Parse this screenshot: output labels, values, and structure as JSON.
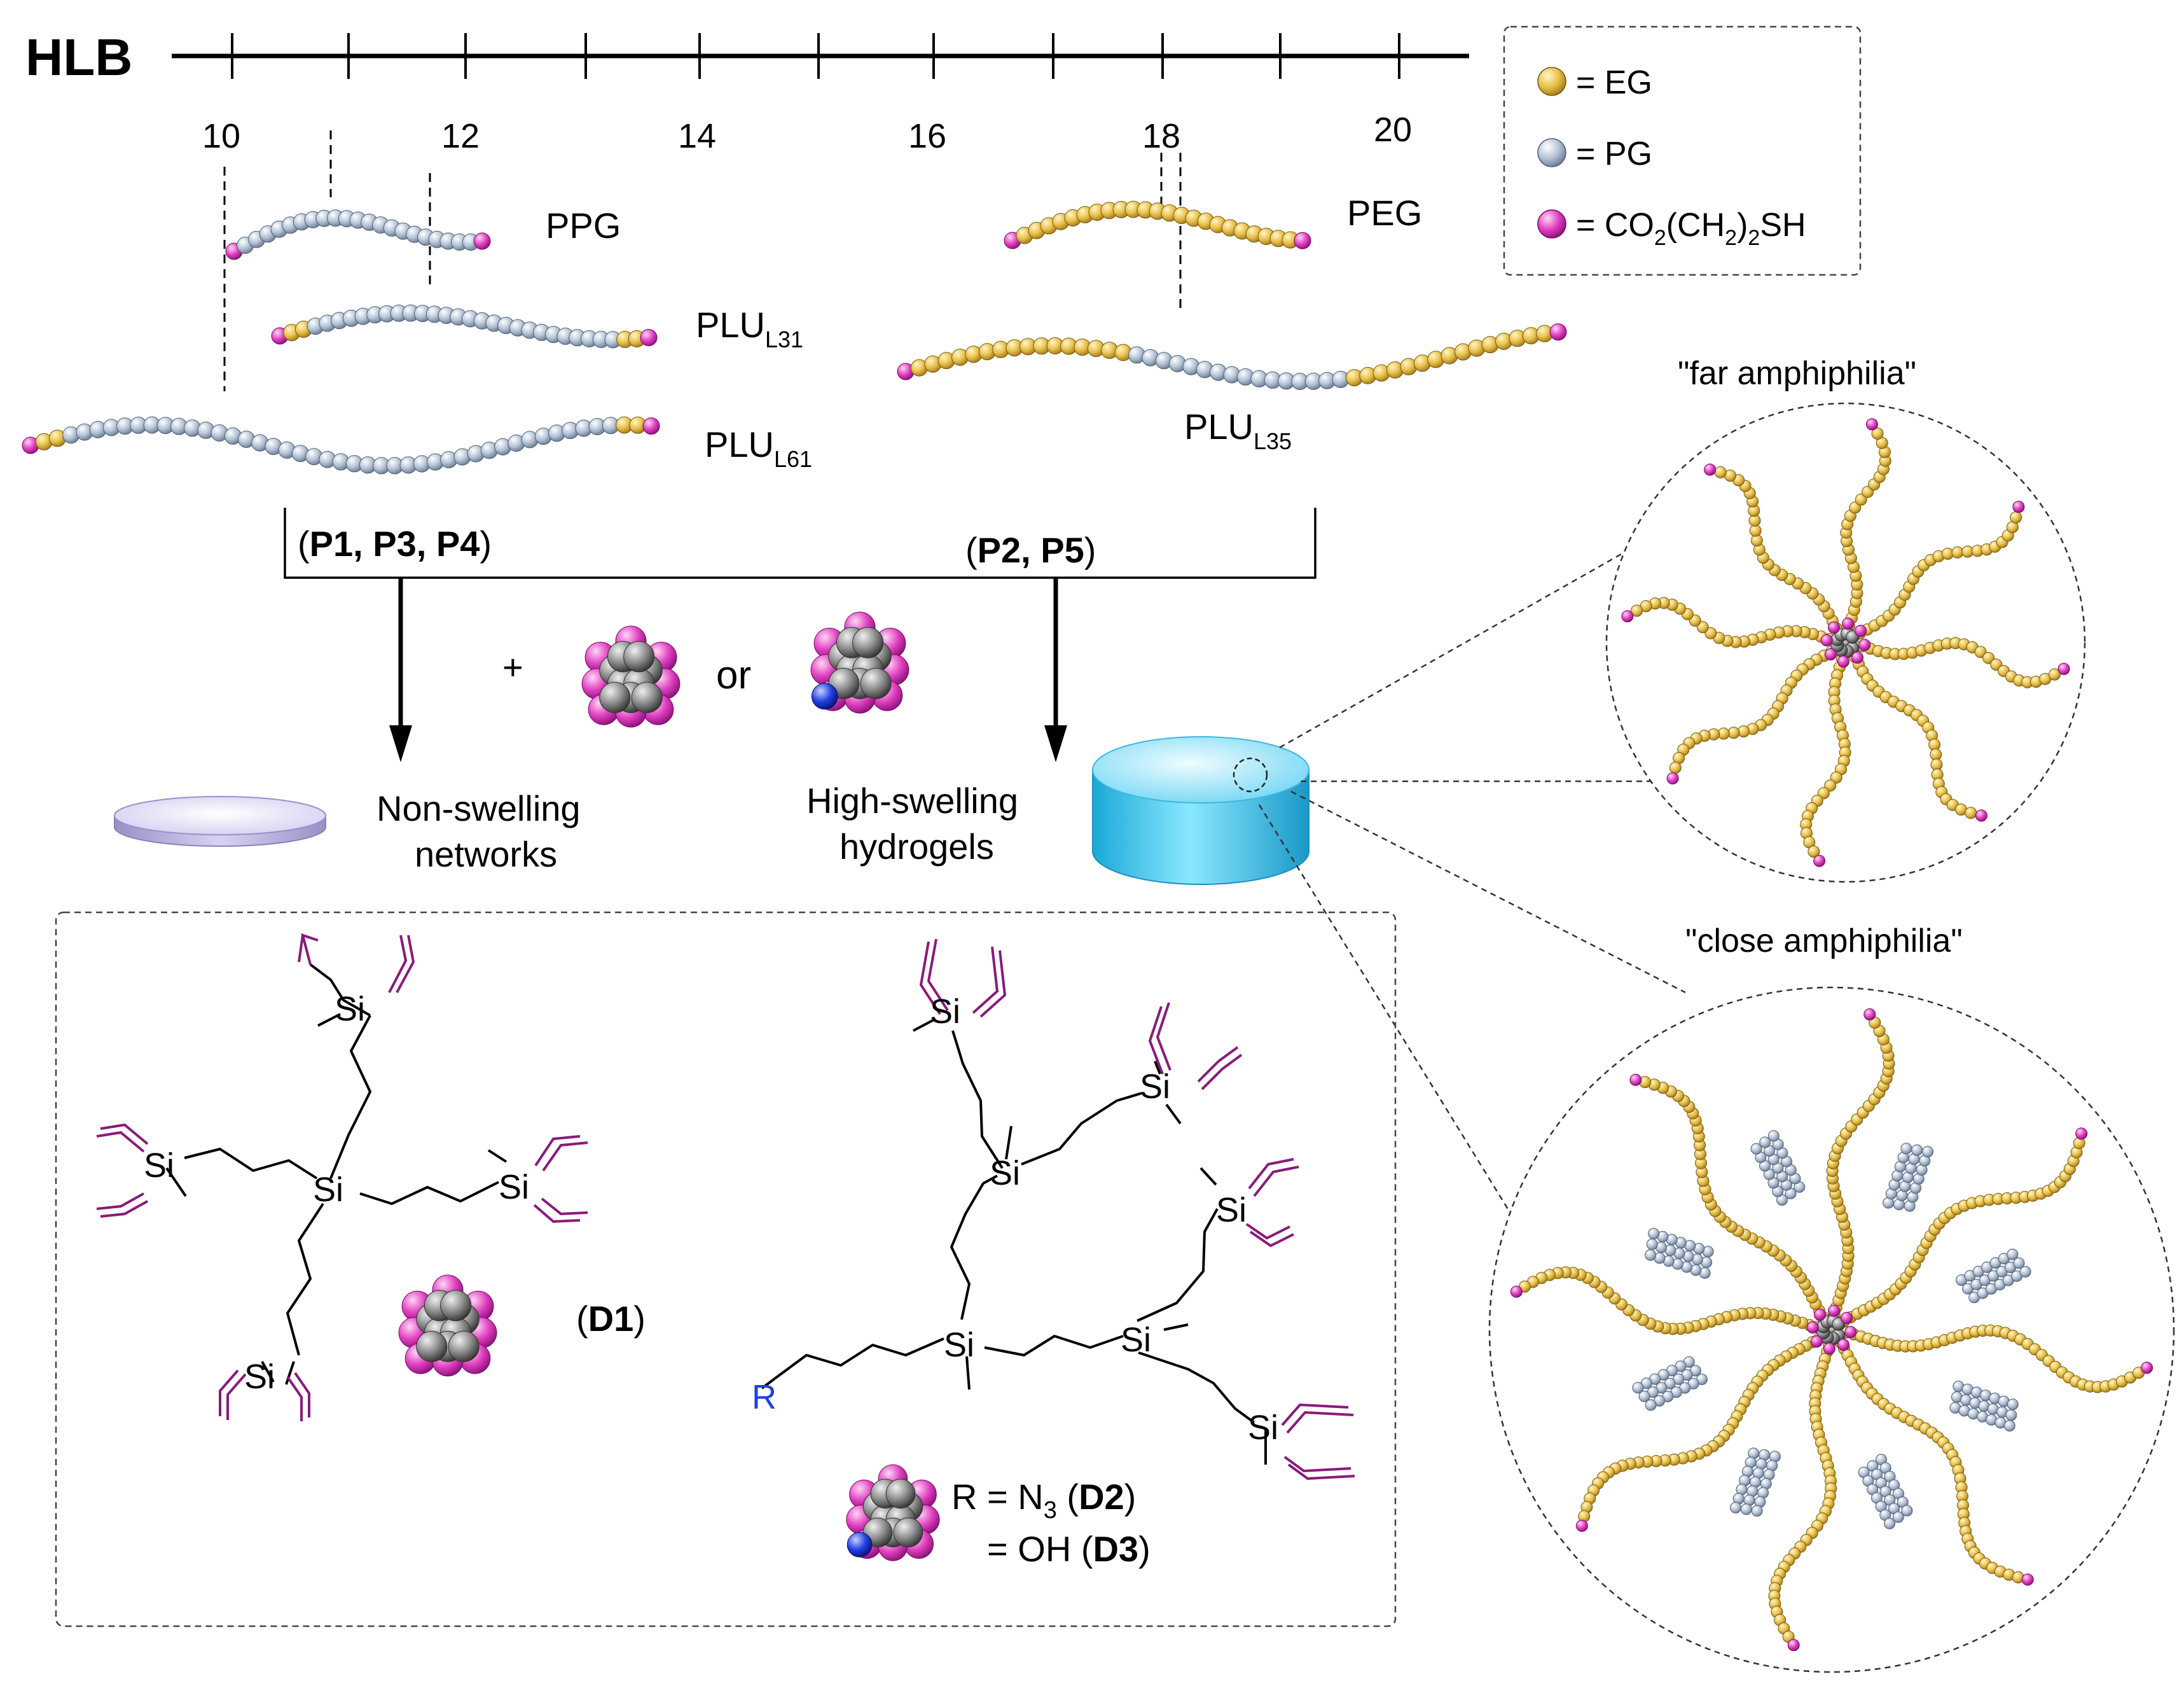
{
  "hlb": {
    "label": "HLB",
    "ticks": [
      "10",
      "12",
      "14",
      "16",
      "18",
      "20"
    ]
  },
  "legend": {
    "eg": "= EG",
    "pg": "= PG",
    "thiol_prefix": "= CO",
    "thiol_sub1": "2",
    "thiol_mid": "(CH",
    "thiol_sub2": "2",
    "thiol_suffix": ")",
    "thiol_sub3": "2",
    "thiol_end": "SH"
  },
  "polymers": {
    "ppg": "PPG",
    "peg": "PEG",
    "plu_base": "PLU",
    "plu_l31_sub": "L31",
    "plu_l61_sub": "L61",
    "plu_l35_sub": "L35"
  },
  "branches": {
    "left_open": "(",
    "left_bold": "P1, P3, P4",
    "left_close": ")",
    "right_open": "(",
    "right_bold": "P2, P5",
    "right_close": ")"
  },
  "reagents": {
    "plus": "+",
    "or": "or"
  },
  "outcomes": {
    "non_swelling_1": "Non-swelling",
    "non_swelling_2": "networks",
    "high_swelling_1": "High-swelling",
    "high_swelling_2": "hydrogels"
  },
  "insets": {
    "far": "\"far amphiphilia\"",
    "close": "\"close amphiphilia\""
  },
  "structures": {
    "si": "Si",
    "r": "R",
    "d1_open": "(",
    "d1_bold": "D1",
    "d1_close": ")",
    "d2_prefix": "R = N",
    "d2_sub": "3",
    "d2_open": " (",
    "d2_bold": "D2",
    "d2_close": ")",
    "d3_prefix": "= OH (",
    "d3_bold": "D3",
    "d3_close": ")"
  },
  "colors": {
    "eg": "#e8c04a",
    "pg": "#b4c3d6",
    "thiol": "#e040c0",
    "core": "#8a8a8a",
    "azide": "#2040e0",
    "vinyl": "#8a1a7a",
    "hydrogel": "#5ad0f0",
    "network": "#c8bfe8"
  }
}
